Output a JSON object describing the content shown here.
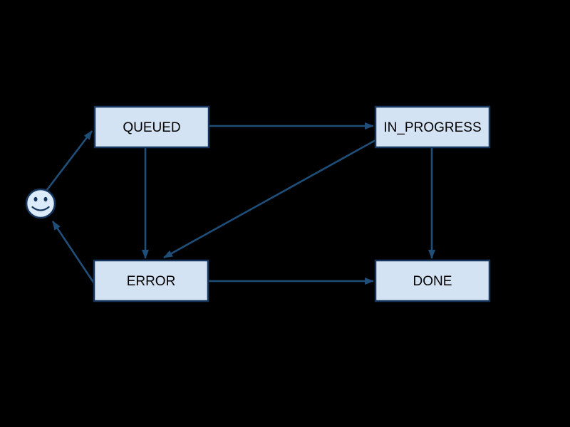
{
  "diagram": {
    "type": "state-machine",
    "colors": {
      "background": "#000000",
      "node_fill": "#d4e3f3",
      "node_border": "#17375e",
      "edge_color": "#1f4e79",
      "node_text": "#000000"
    },
    "start_node": {
      "id": "start",
      "icon": "smiley-face-icon",
      "shape": "circle"
    },
    "nodes": [
      {
        "id": "start",
        "label": "",
        "shape": "circle"
      },
      {
        "id": "queued",
        "label": "QUEUED",
        "shape": "rect"
      },
      {
        "id": "in_progress",
        "label": "IN_PROGRESS",
        "shape": "rect"
      },
      {
        "id": "error",
        "label": "ERROR",
        "shape": "rect"
      },
      {
        "id": "done",
        "label": "DONE",
        "shape": "rect"
      }
    ],
    "edges": [
      {
        "from": "start",
        "to": "queued"
      },
      {
        "from": "queued",
        "to": "in_progress"
      },
      {
        "from": "queued",
        "to": "error"
      },
      {
        "from": "in_progress",
        "to": "error"
      },
      {
        "from": "in_progress",
        "to": "done"
      },
      {
        "from": "error",
        "to": "done"
      },
      {
        "from": "error",
        "to": "start"
      }
    ]
  }
}
